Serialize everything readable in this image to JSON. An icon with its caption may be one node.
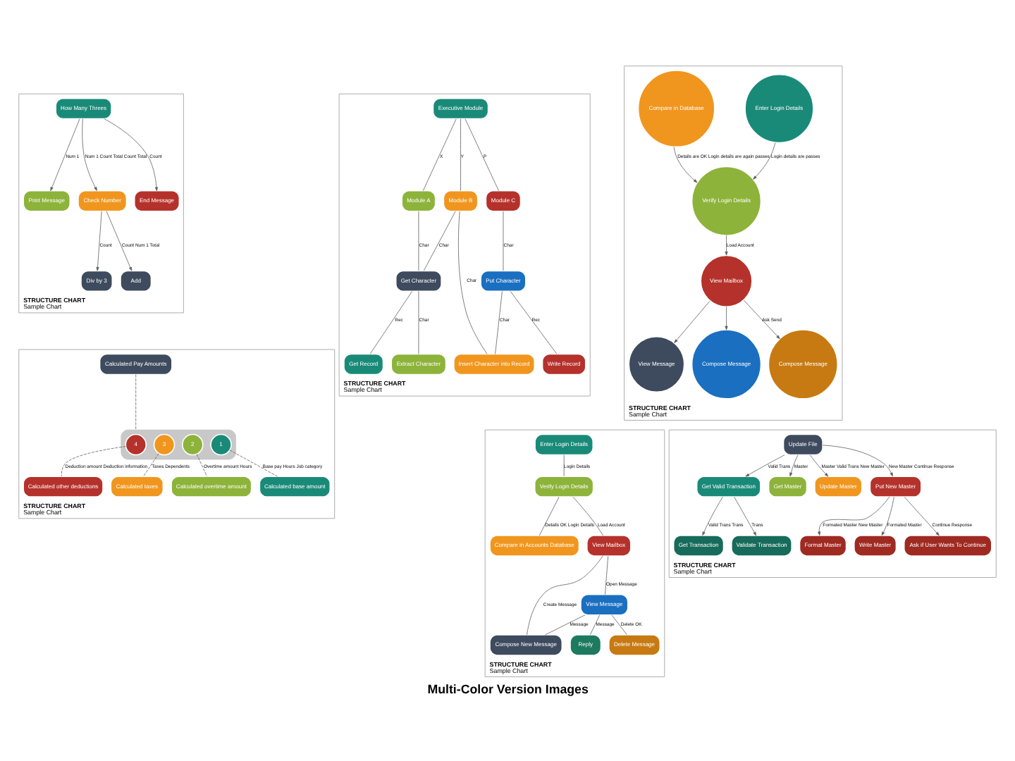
{
  "diagram": {
    "title": "Multi-Color Version Images",
    "nodes": [
      {
        "text": [
          "STRUCTURE CHART",
          "Sample Chart"
        ]
      },
      {
        "text": [
          "How Many Threes"
        ],
        "in": 0
      },
      {
        "text": [
          "Print Message"
        ],
        "in": 0
      },
      {
        "text": [
          "Check Number"
        ],
        "in": 0
      },
      {
        "text": [
          "End Message"
        ],
        "in": 0
      },
      {
        "text": [
          "Div by 3"
        ],
        "in": 0
      },
      {
        "text": [
          "Add"
        ],
        "in": 0
      },
      {
        "text": [
          "STRUCTURE CHART",
          "Sample Chart"
        ]
      },
      {
        "text": [
          "Executive Module"
        ],
        "in": 7
      },
      {
        "text": [
          "Module A"
        ],
        "in": 7
      },
      {
        "text": [
          "Module B"
        ],
        "in": 7
      },
      {
        "text": [
          "Module C"
        ],
        "in": 7
      },
      {
        "text": [
          "Get Character"
        ],
        "in": 7
      },
      {
        "text": [
          "Put Character"
        ],
        "in": 7
      },
      {
        "text": [
          "Get Record"
        ],
        "in": 7
      },
      {
        "text": [
          "Extract Character"
        ],
        "in": 7
      },
      {
        "text": [
          "Insert Character into Record"
        ],
        "in": 7
      },
      {
        "text": [
          "Write Record"
        ],
        "in": 7
      },
      {
        "text": [
          "STRUCTURE CHART",
          "Sample Chart"
        ]
      },
      {
        "text": [
          "Enter Login Details"
        ],
        "in": 18
      },
      {
        "text": [
          "Compare in Database"
        ],
        "in": 18
      },
      {
        "text": [
          "Verify Login Details"
        ],
        "in": 18
      },
      {
        "text": [
          "View Mailbox"
        ],
        "in": 18
      },
      {
        "text": [
          "View Message"
        ],
        "in": 18
      },
      {
        "text": [
          "Compose Message"
        ],
        "in": 18
      },
      {
        "text": [
          "Compose Message"
        ],
        "in": 18
      },
      {
        "text": [
          "STRUCTURE CHART",
          "Sample Chart"
        ]
      },
      {
        "text": [
          "Calculated Pay Amounts"
        ],
        "in": 26
      },
      {
        "text": [],
        "shape": "bar",
        "in": 26
      },
      {
        "text": [
          "4"
        ],
        "in": 28
      },
      {
        "text": [
          "3"
        ],
        "in": 28
      },
      {
        "text": [
          "2"
        ],
        "in": 28
      },
      {
        "text": [
          "1"
        ],
        "in": 28
      },
      {
        "text": [
          "Calculated other deductions"
        ],
        "in": 26
      },
      {
        "text": [
          "Calculated taxes"
        ],
        "in": 26
      },
      {
        "text": [
          "Calculated overtime amount"
        ],
        "in": 26
      },
      {
        "text": [
          "Calculated base amount"
        ],
        "in": 26
      },
      {
        "text": [
          "STRUCTURE CHART",
          "Sample Chart"
        ]
      },
      {
        "text": [
          "Enter Login Details"
        ],
        "in": 37
      },
      {
        "text": [
          "Verify Login Details"
        ],
        "in": 37
      },
      {
        "text": [
          "Compare in Accounts Database"
        ],
        "in": 37
      },
      {
        "text": [
          "View Mailbox"
        ],
        "in": 37
      },
      {
        "text": [
          "Compose New Message"
        ],
        "in": 37
      },
      {
        "text": [
          "View Message"
        ],
        "in": 37
      },
      {
        "text": [
          "Reply"
        ],
        "in": 37
      },
      {
        "text": [
          "Delete Message"
        ],
        "in": 37
      },
      {
        "text": [
          "STRUCTURE CHART",
          "Sample Chart"
        ]
      },
      {
        "text": [
          "Update File"
        ],
        "in": 46
      },
      {
        "text": [
          "Get Valid Transaction"
        ],
        "in": 46
      },
      {
        "text": [
          "Get Master"
        ],
        "in": 46
      },
      {
        "text": [
          "Update Master"
        ],
        "in": 46
      },
      {
        "text": [
          "Put New Master"
        ],
        "in": 46
      },
      {
        "text": [
          "Get Transaction"
        ],
        "in": 46
      },
      {
        "text": [
          "Validate Transaction"
        ],
        "in": 46
      },
      {
        "text": [
          "Format Master"
        ],
        "in": 46
      },
      {
        "text": [
          "Write Master"
        ],
        "in": 46
      },
      {
        "text": [
          "Ask if User Wants To Continue"
        ],
        "in": 46
      }
    ],
    "edges": [
      {
        "from": 1,
        "to": 2,
        "arrow": "to",
        "label": "Num 1"
      },
      {
        "from": 1,
        "to": 3,
        "arrow": "to",
        "label": "Num 1 Count Total Count Total"
      },
      {
        "from": 1,
        "to": 4,
        "arrow": "to",
        "label": "Count"
      },
      {
        "from": 3,
        "to": 5,
        "arrow": "to",
        "label": "Count"
      },
      {
        "from": 3,
        "to": 6,
        "arrow": "to",
        "label": "Count Num 1 Total"
      },
      {
        "from": 8,
        "to": 9,
        "arrow": "none",
        "label": "X"
      },
      {
        "from": 8,
        "to": 10,
        "arrow": "none",
        "label": "Y"
      },
      {
        "from": 8,
        "to": 11,
        "arrow": "none",
        "label": "P"
      },
      {
        "from": 9,
        "to": 12,
        "arrow": "none",
        "label": "Char"
      },
      {
        "from": 10,
        "to": 12,
        "arrow": "none",
        "label": "Char"
      },
      {
        "from": 10,
        "to": 16,
        "arrow": "none",
        "label": "Char"
      },
      {
        "from": 11,
        "to": 13,
        "arrow": "none",
        "label": "Char"
      },
      {
        "from": 12,
        "to": 14,
        "arrow": "none",
        "label": "Rec"
      },
      {
        "from": 12,
        "to": 15,
        "arrow": "none",
        "label": "Char"
      },
      {
        "from": 13,
        "to": 16,
        "arrow": "none",
        "label": "Char"
      },
      {
        "from": 13,
        "to": 17,
        "arrow": "none",
        "label": "Rec"
      },
      {
        "from": 19,
        "to": 21,
        "arrow": "to",
        "label": "Login details are passes"
      },
      {
        "from": 20,
        "to": 21,
        "arrow": "to",
        "label": "Details are OK Login details are again passes"
      },
      {
        "from": 21,
        "to": 22,
        "arrow": "to",
        "label": "Load Account"
      },
      {
        "from": 22,
        "to": 23,
        "arrow": "to"
      },
      {
        "from": 22,
        "to": 24,
        "arrow": "to"
      },
      {
        "from": 22,
        "to": 25,
        "arrow": "to",
        "label": "Ask Send"
      },
      {
        "from": 27,
        "to": 28,
        "arrow": "none",
        "style": "dashed"
      },
      {
        "from": 29,
        "to": 33,
        "arrow": "none",
        "style": "dashed",
        "label": "Deduction amount Deduction information"
      },
      {
        "from": 30,
        "to": 34,
        "arrow": "none",
        "style": "dashed",
        "label": "Taxes Dependents"
      },
      {
        "from": 31,
        "to": 35,
        "arrow": "none",
        "style": "dashed",
        "label": "Overtime amount Hours"
      },
      {
        "from": 32,
        "to": 36,
        "arrow": "none",
        "style": "dashed",
        "label": "Base pay Hours Job category"
      },
      {
        "from": 38,
        "to": 39,
        "arrow": "none",
        "label": "Login Details"
      },
      {
        "from": 39,
        "to": 40,
        "arrow": "none",
        "label": "Details OK Login Details"
      },
      {
        "from": 39,
        "to": 41,
        "arrow": "none",
        "label": "Load Account"
      },
      {
        "from": 41,
        "to": 42,
        "arrow": "none",
        "label": "Create Message"
      },
      {
        "from": 41,
        "to": 43,
        "arrow": "none",
        "label": "Open Message"
      },
      {
        "from": 43,
        "to": 42,
        "arrow": "none",
        "label": "Message"
      },
      {
        "from": 43,
        "to": 44,
        "arrow": "none",
        "label": "Message"
      },
      {
        "from": 43,
        "to": 45,
        "arrow": "none",
        "label": "Delete OK"
      },
      {
        "from": 47,
        "to": 48,
        "arrow": "to",
        "label": "Valid Trans"
      },
      {
        "from": 47,
        "to": 49,
        "arrow": "to",
        "label": "Master"
      },
      {
        "from": 47,
        "to": 50,
        "arrow": "to",
        "label": "Master Valid Trans New Master"
      },
      {
        "from": 47,
        "to": 51,
        "arrow": "to",
        "label": "New Master Continue Response"
      },
      {
        "from": 48,
        "to": 52,
        "arrow": "to",
        "label": "Valid Trans Trans"
      },
      {
        "from": 48,
        "to": 53,
        "arrow": "to",
        "label": "Trans"
      },
      {
        "from": 51,
        "to": 54,
        "arrow": "to",
        "label": "Formated Master New Master"
      },
      {
        "from": 51,
        "to": 55,
        "arrow": "to",
        "label": "Formated Master"
      },
      {
        "from": 51,
        "to": 56,
        "arrow": "to",
        "label": "Continue Response"
      }
    ]
  }
}
